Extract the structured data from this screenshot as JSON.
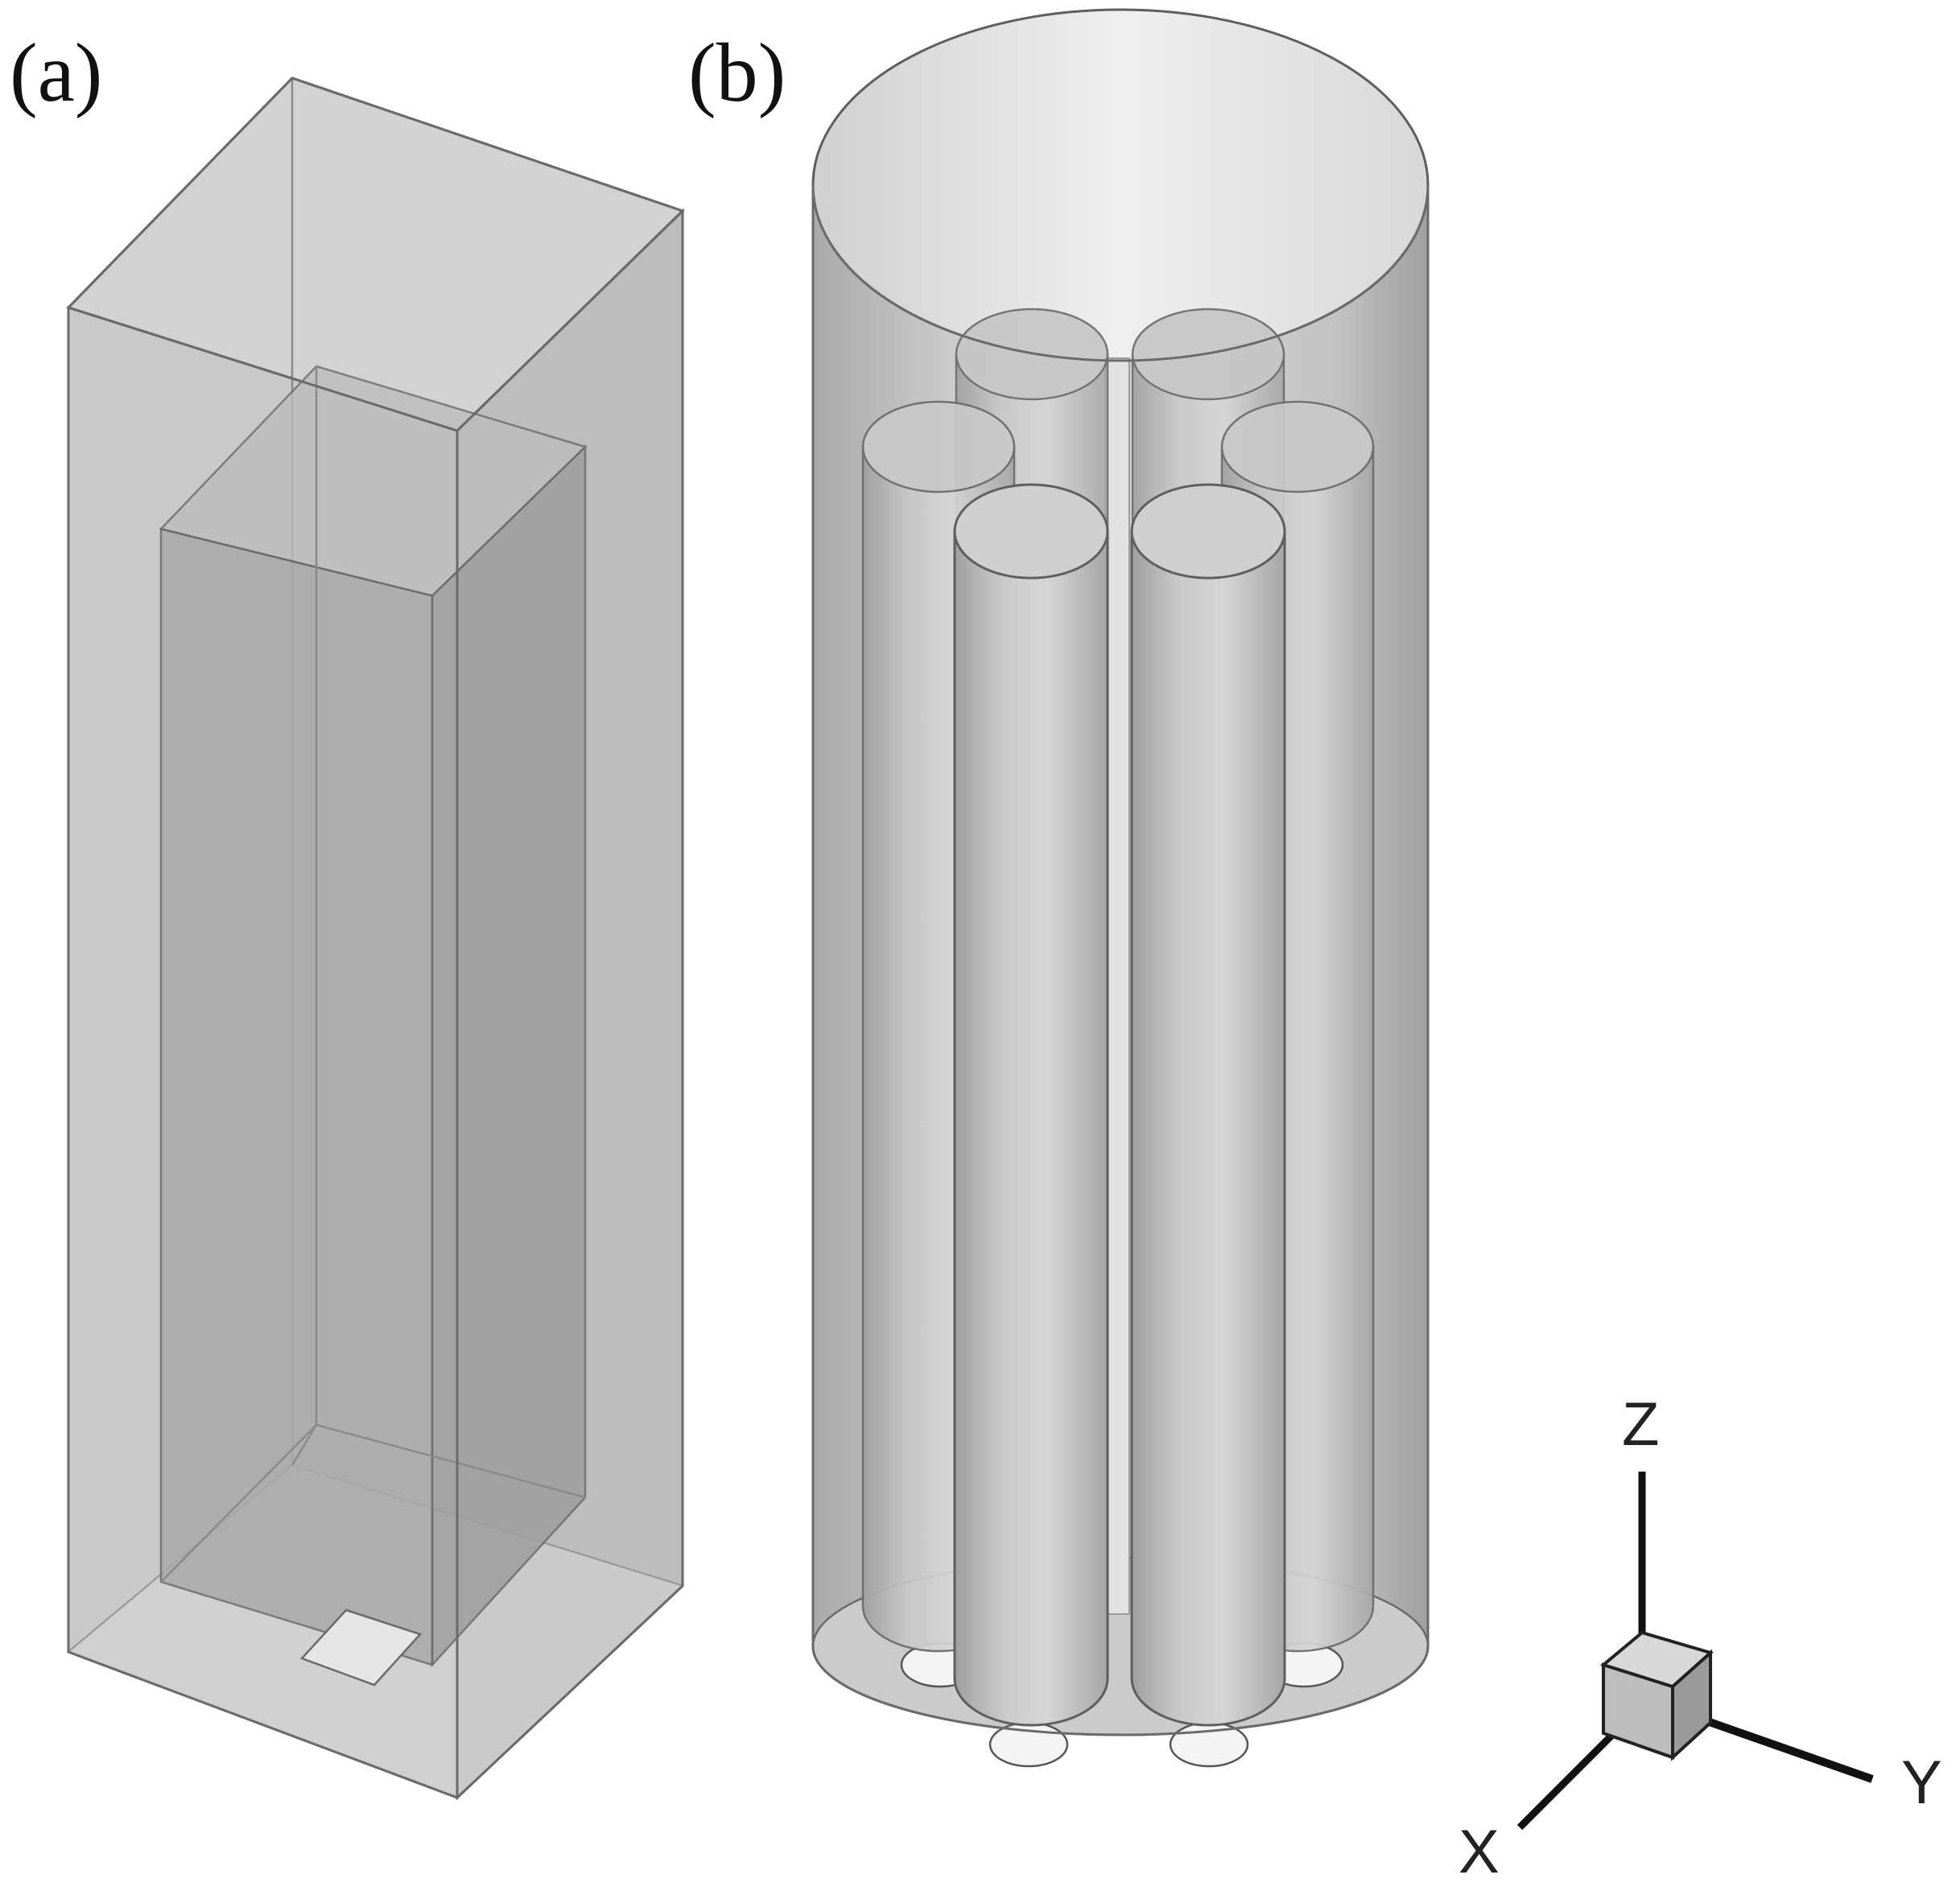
{
  "panels": {
    "a_label": "(a)",
    "b_label": "(b)"
  },
  "axes_triad": {
    "z_label": "Z",
    "x_label": "X",
    "y_label": "Y"
  }
}
